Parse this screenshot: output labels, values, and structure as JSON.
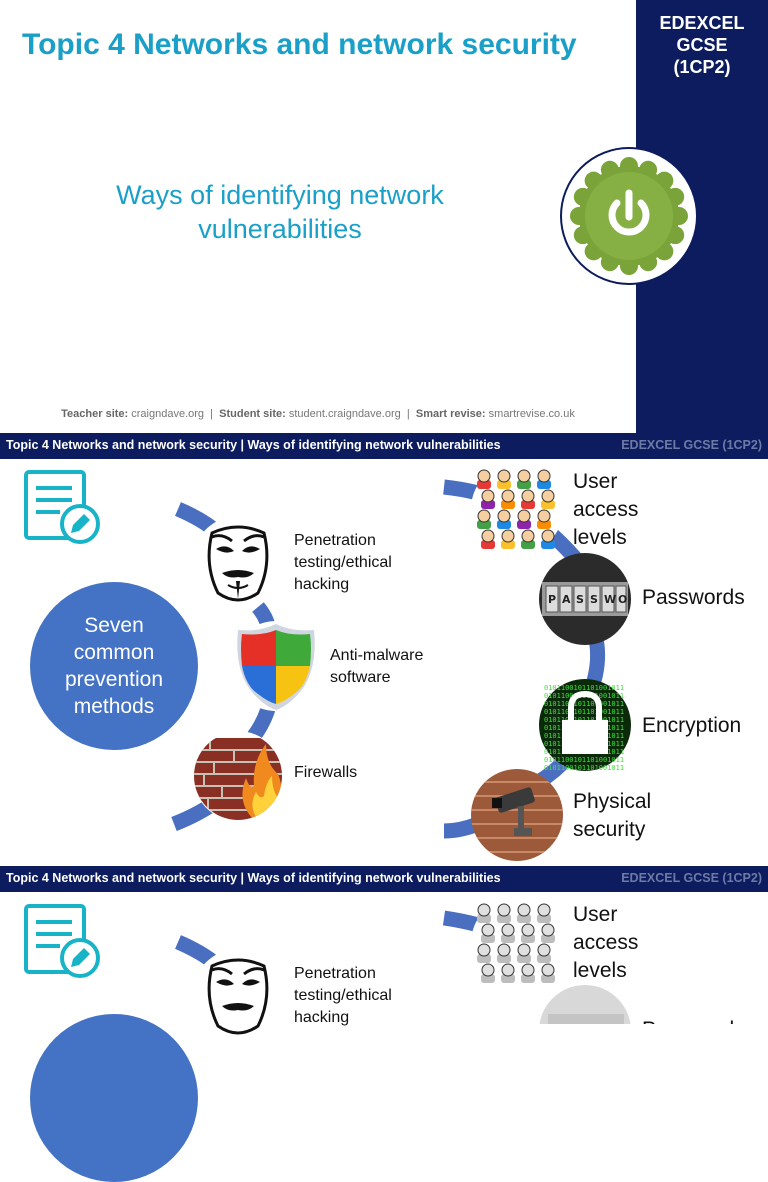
{
  "slide1": {
    "title": "Topic 4 Networks and network security",
    "badge": [
      "EDEXCEL",
      "GCSE",
      "(1CP2)"
    ],
    "subtitle_line1": "Ways of identifying network",
    "subtitle_line2": "vulnerabilities",
    "footer": {
      "teacher_label": "Teacher site:",
      "teacher_value": "craigndave.org",
      "student_label": "Student site:",
      "student_value": "student.craigndave.org",
      "revise_label": "Smart revise:",
      "revise_value": "smartrevise.co.uk",
      "separator": "|"
    }
  },
  "header_bar": {
    "left": "Topic 4 Networks and network security | Ways of identifying network vulnerabilities",
    "right": "EDEXCEL GCSE (1CP2)"
  },
  "slide2": {
    "center_text": [
      "Seven",
      "common",
      "prevention",
      "methods"
    ],
    "items": {
      "penetration": [
        "Penetration",
        "testing/ethical",
        "hacking"
      ],
      "antimalware": [
        "Anti-malware",
        "software"
      ],
      "firewalls": "Firewalls",
      "user_access": [
        "User",
        "access",
        "levels"
      ],
      "passwords": "Passwords",
      "encryption": "Encryption",
      "physical": [
        "Physical",
        "security"
      ]
    }
  },
  "slide3": {
    "items": {
      "penetration": [
        "Penetration",
        "testing/ethical",
        "hacking"
      ],
      "user_access": [
        "User",
        "access",
        "levels"
      ],
      "passwords_partial": "Passwords"
    }
  },
  "colors": {
    "navy": "#0c1c5e",
    "title_blue": "#1aa0c8",
    "circle_blue": "#4472c4",
    "connector_blue": "#4a6fc0",
    "icon_teal": "#19b3c8",
    "power_green": "#7aa33a"
  }
}
